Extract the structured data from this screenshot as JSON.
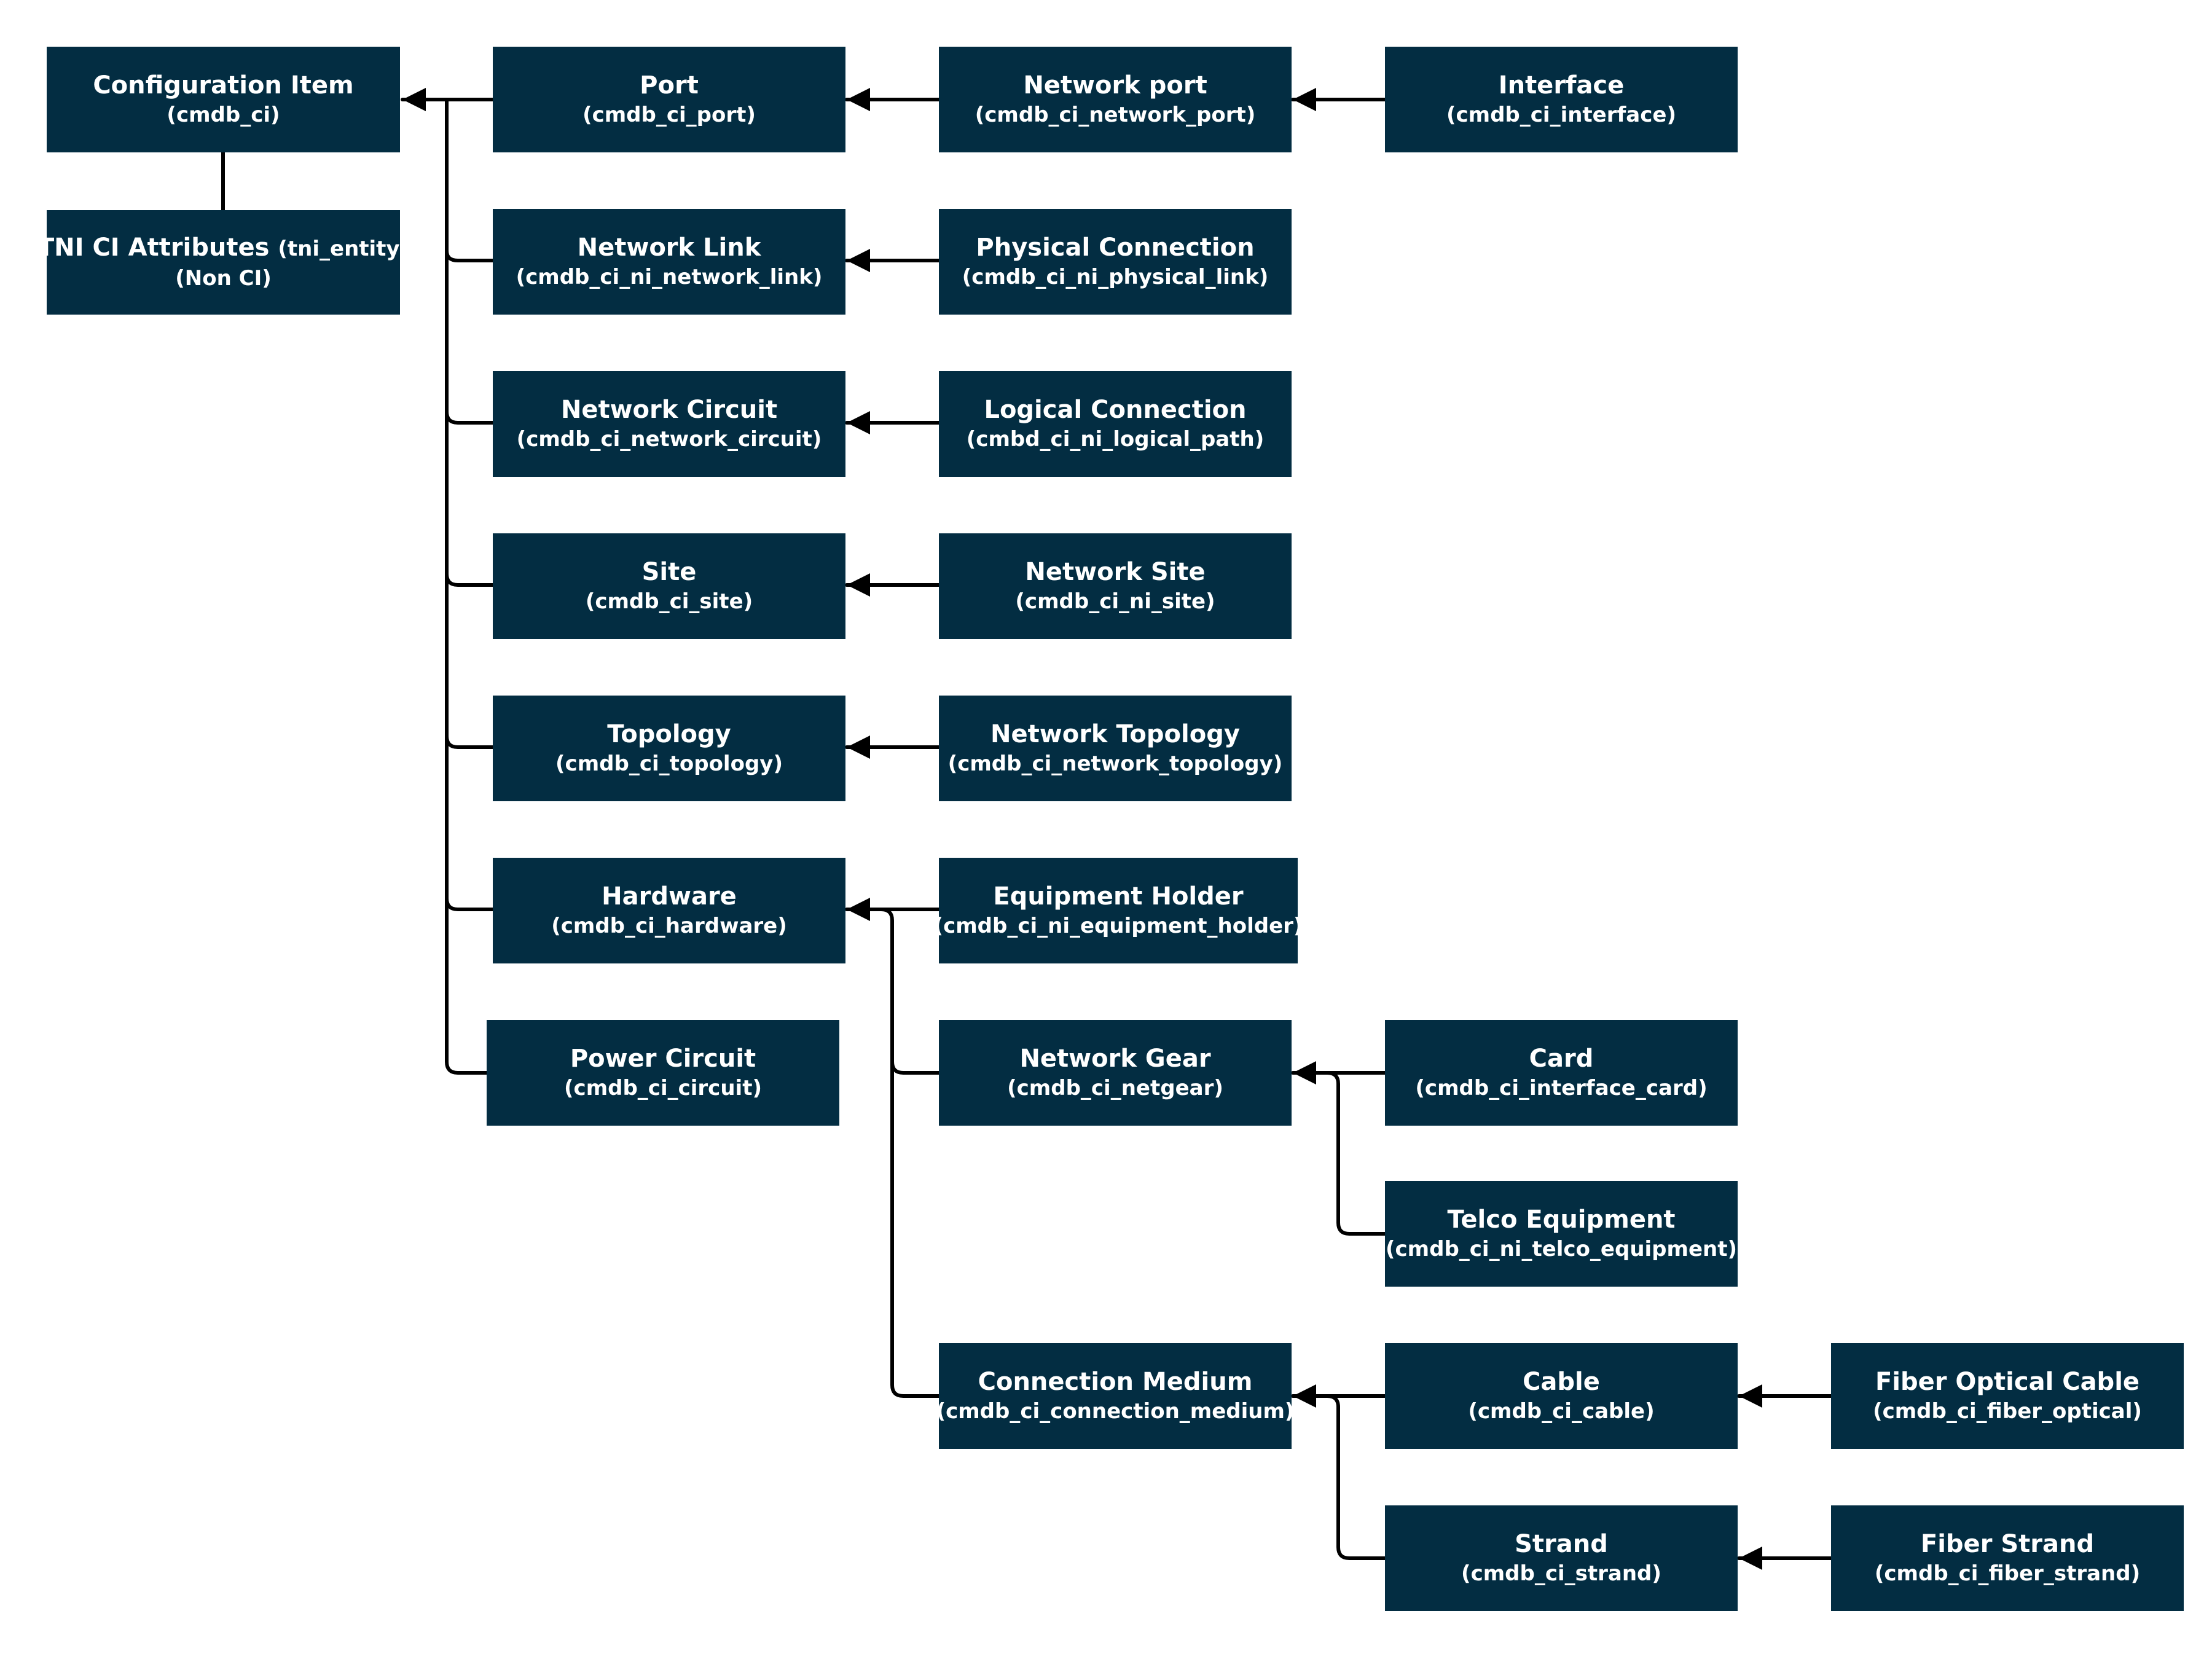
{
  "colors": {
    "box": "#032d42",
    "text": "#ffffff",
    "line": "#000000"
  },
  "nodes": {
    "configuration_item": {
      "title": "Configuration Item",
      "sub": "(cmdb_ci)"
    },
    "tni_ci_attributes": {
      "title": "TNI CI Attributes",
      "title_extra": "(tni_entity)",
      "sub": "(Non CI)"
    },
    "port": {
      "title": "Port",
      "sub": "(cmdb_ci_port)"
    },
    "network_link": {
      "title": "Network Link",
      "sub": "(cmdb_ci_ni_network_link)"
    },
    "network_circuit": {
      "title": "Network Circuit",
      "sub": "(cmdb_ci_network_circuit)"
    },
    "site": {
      "title": "Site",
      "sub": "(cmdb_ci_site)"
    },
    "topology": {
      "title": "Topology",
      "sub": "(cmdb_ci_topology)"
    },
    "hardware": {
      "title": "Hardware",
      "sub": "(cmdb_ci_hardware)"
    },
    "power_circuit": {
      "title": "Power Circuit",
      "sub": "(cmdb_ci_circuit)"
    },
    "network_port": {
      "title": "Network port",
      "sub": "(cmdb_ci_network_port)"
    },
    "physical_connection": {
      "title": "Physical Connection",
      "sub": "(cmdb_ci_ni_physical_link)"
    },
    "logical_connection": {
      "title": "Logical Connection",
      "sub": "(cmbd_ci_ni_logical_path)"
    },
    "network_site": {
      "title": "Network Site",
      "sub": "(cmdb_ci_ni_site)"
    },
    "network_topology": {
      "title": "Network Topology",
      "sub": "(cmdb_ci_network_topology)"
    },
    "equipment_holder": {
      "title": "Equipment Holder",
      "sub": "(cmdb_ci_ni_equipment_holder)"
    },
    "network_gear": {
      "title": "Network Gear",
      "sub": "(cmdb_ci_netgear)"
    },
    "connection_medium": {
      "title": "Connection Medium",
      "sub": "(cmdb_ci_connection_medium)"
    },
    "interface": {
      "title": "Interface",
      "sub": "(cmdb_ci_interface)"
    },
    "card": {
      "title": "Card",
      "sub": "(cmdb_ci_interface_card)"
    },
    "telco_equipment": {
      "title": "Telco Equipment",
      "sub": "(cmdb_ci_ni_telco_equipment)"
    },
    "cable": {
      "title": "Cable",
      "sub": "(cmdb_ci_cable)"
    },
    "strand": {
      "title": "Strand",
      "sub": "(cmdb_ci_strand)"
    },
    "fiber_optical_cable": {
      "title": "Fiber Optical Cable",
      "sub": "(cmdb_ci_fiber_optical)"
    },
    "fiber_strand": {
      "title": "Fiber Strand",
      "sub": "(cmdb_ci_fiber_strand)"
    }
  }
}
